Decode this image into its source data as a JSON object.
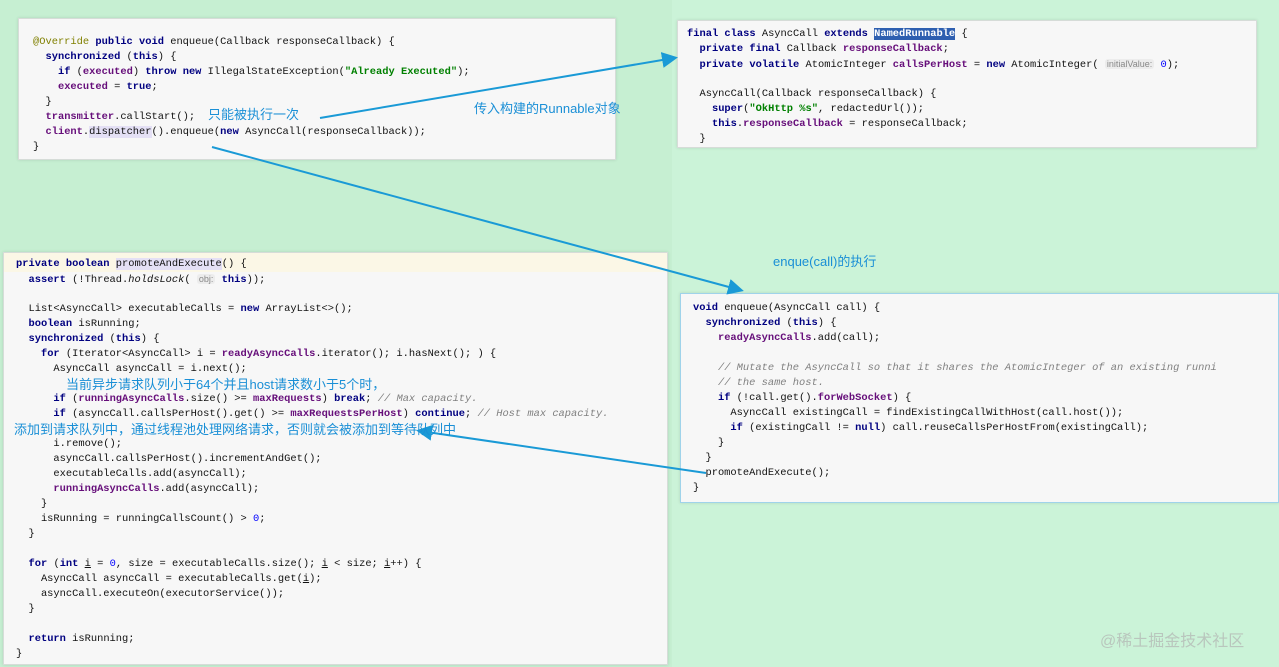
{
  "code1": {
    "lines": [
      [
        [
          "@Override",
          "a"
        ],
        [
          " "
        ],
        [
          "public void",
          "k"
        ],
        [
          " enqueue(Callback responseCallback) {"
        ]
      ],
      [
        [
          "  "
        ],
        [
          "synchronized",
          "k"
        ],
        [
          " ("
        ],
        [
          "this",
          "k"
        ],
        [
          ") {"
        ]
      ],
      [
        [
          "    "
        ],
        [
          "if",
          "k"
        ],
        [
          " ("
        ],
        [
          "executed",
          "f"
        ],
        [
          ") "
        ],
        [
          "throw new",
          "k"
        ],
        [
          " IllegalStateException("
        ],
        [
          "\"Already Executed\"",
          "s"
        ],
        [
          ");"
        ]
      ],
      [
        [
          "    "
        ],
        [
          "executed",
          "f"
        ],
        [
          " = "
        ],
        [
          "true",
          "k"
        ],
        [
          ";"
        ]
      ],
      [
        [
          "  }"
        ]
      ],
      [
        [
          "  "
        ],
        [
          "transmitter",
          "f"
        ],
        [
          ".callStart();"
        ]
      ],
      [
        [
          "  "
        ],
        [
          "client",
          "f"
        ],
        [
          "."
        ],
        [
          "dispatcher",
          "m"
        ],
        [
          "().enqueue("
        ],
        [
          "new",
          "k"
        ],
        [
          " AsyncCall(responseCallback));"
        ]
      ],
      [
        [
          "}"
        ]
      ]
    ]
  },
  "code2": {
    "lines": [
      [
        [
          "final class",
          "k"
        ],
        [
          " AsyncCall "
        ],
        [
          "extends",
          "k"
        ],
        [
          " "
        ],
        [
          "NamedRunnable",
          "sel"
        ],
        [
          " {"
        ]
      ],
      [
        [
          "  "
        ],
        [
          "private final",
          "k"
        ],
        [
          " Callback "
        ],
        [
          "responseCallback",
          "f"
        ],
        [
          ";"
        ]
      ],
      [
        [
          "  "
        ],
        [
          "private volatile",
          "k"
        ],
        [
          " AtomicInteger "
        ],
        [
          "callsPerHost",
          "f"
        ],
        [
          " = "
        ],
        [
          "new",
          "k"
        ],
        [
          " AtomicInteger( "
        ],
        [
          "initialValue:",
          "h"
        ],
        [
          " "
        ],
        [
          "0",
          "n"
        ],
        [
          ");"
        ]
      ],
      [
        [
          ""
        ]
      ],
      [
        [
          "  AsyncCall(Callback responseCallback) {"
        ]
      ],
      [
        [
          "    "
        ],
        [
          "super",
          "k"
        ],
        [
          "("
        ],
        [
          "\"OkHttp %s\"",
          "s"
        ],
        [
          ", redactedUrl());"
        ]
      ],
      [
        [
          "    "
        ],
        [
          "this",
          "k"
        ],
        [
          "."
        ],
        [
          "responseCallback",
          "f"
        ],
        [
          " = responseCallback;"
        ]
      ],
      [
        [
          "  }"
        ]
      ]
    ]
  },
  "code3": {
    "lines": [
      [
        [
          "private boolean",
          "k"
        ],
        [
          " "
        ],
        [
          "promoteAndExecute",
          "m"
        ],
        [
          "() {"
        ]
      ],
      [
        [
          "  "
        ],
        [
          "assert",
          "k"
        ],
        [
          " (!Thread."
        ],
        [
          "holdsLock",
          "i"
        ],
        [
          "( "
        ],
        [
          "obj:",
          "h"
        ],
        [
          " "
        ],
        [
          "this",
          "k"
        ],
        [
          "));"
        ]
      ],
      [
        [
          ""
        ]
      ],
      [
        [
          "  List<AsyncCall> executableCalls = "
        ],
        [
          "new",
          "k"
        ],
        [
          " ArrayList<>();"
        ]
      ],
      [
        [
          "  "
        ],
        [
          "boolean",
          "k"
        ],
        [
          " isRunning;"
        ]
      ],
      [
        [
          "  "
        ],
        [
          "synchronized",
          "k"
        ],
        [
          " ("
        ],
        [
          "this",
          "k"
        ],
        [
          ") {"
        ]
      ],
      [
        [
          "    "
        ],
        [
          "for",
          "k"
        ],
        [
          " (Iterator<AsyncCall> i = "
        ],
        [
          "readyAsyncCalls",
          "f"
        ],
        [
          ".iterator(); i.hasNext(); ) {"
        ]
      ],
      [
        [
          "      AsyncCall asyncCall = i.next();"
        ]
      ],
      [
        [
          ""
        ]
      ],
      [
        [
          "      "
        ],
        [
          "if",
          "k"
        ],
        [
          " ("
        ],
        [
          "runningAsyncCalls",
          "f"
        ],
        [
          ".size() >= "
        ],
        [
          "maxRequests",
          "f"
        ],
        [
          ") "
        ],
        [
          "break",
          "k"
        ],
        [
          "; "
        ],
        [
          "// Max capacity.",
          "c"
        ]
      ],
      [
        [
          "      "
        ],
        [
          "if",
          "k"
        ],
        [
          " (asyncCall.callsPerHost().get() >= "
        ],
        [
          "maxRequestsPerHost",
          "f"
        ],
        [
          ") "
        ],
        [
          "continue",
          "k"
        ],
        [
          "; "
        ],
        [
          "// Host max capacity.",
          "c"
        ]
      ],
      [
        [
          ""
        ]
      ],
      [
        [
          "      i.remove();"
        ]
      ],
      [
        [
          "      asyncCall.callsPerHost().incrementAndGet();"
        ]
      ],
      [
        [
          "      executableCalls.add(asyncCall);"
        ]
      ],
      [
        [
          "      "
        ],
        [
          "runningAsyncCalls",
          "f"
        ],
        [
          ".add(asyncCall);"
        ]
      ],
      [
        [
          "    }"
        ]
      ],
      [
        [
          "    isRunning = runningCallsCount() > "
        ],
        [
          "0",
          "n"
        ],
        [
          ";"
        ]
      ],
      [
        [
          "  }"
        ]
      ],
      [
        [
          ""
        ]
      ],
      [
        [
          "  "
        ],
        [
          "for",
          "k"
        ],
        [
          " ("
        ],
        [
          "int",
          "k"
        ],
        [
          " "
        ],
        [
          "i",
          "u"
        ],
        [
          " = "
        ],
        [
          "0",
          "n"
        ],
        [
          ", size = executableCalls.size(); "
        ],
        [
          "i",
          "u"
        ],
        [
          " < size; "
        ],
        [
          "i",
          "u"
        ],
        [
          "++) {"
        ]
      ],
      [
        [
          "    AsyncCall asyncCall = executableCalls.get("
        ],
        [
          "i",
          "u"
        ],
        [
          ");"
        ]
      ],
      [
        [
          "    asyncCall.executeOn(executorService());"
        ]
      ],
      [
        [
          "  }"
        ]
      ],
      [
        [
          ""
        ]
      ],
      [
        [
          "  "
        ],
        [
          "return",
          "k"
        ],
        [
          " isRunning;"
        ]
      ],
      [
        [
          "}"
        ]
      ]
    ]
  },
  "code4": {
    "lines": [
      [
        [
          "void",
          "k"
        ],
        [
          " enqueue(AsyncCall call) {"
        ]
      ],
      [
        [
          "  "
        ],
        [
          "synchronized",
          "k"
        ],
        [
          " ("
        ],
        [
          "this",
          "k"
        ],
        [
          ") {"
        ]
      ],
      [
        [
          "    "
        ],
        [
          "readyAsyncCalls",
          "f"
        ],
        [
          ".add(call);"
        ]
      ],
      [
        [
          ""
        ]
      ],
      [
        [
          "    "
        ],
        [
          "// Mutate the AsyncCall so that it shares the AtomicInteger of an existing runni",
          "c"
        ]
      ],
      [
        [
          "    "
        ],
        [
          "// the same host.",
          "c"
        ]
      ],
      [
        [
          "    "
        ],
        [
          "if",
          "k"
        ],
        [
          " (!call.get()."
        ],
        [
          "forWebSocket",
          "f"
        ],
        [
          ") {"
        ]
      ],
      [
        [
          "      AsyncCall existingCall = findExistingCallWithHost(call.host());"
        ]
      ],
      [
        [
          "      "
        ],
        [
          "if",
          "k"
        ],
        [
          " (existingCall != "
        ],
        [
          "null",
          "k"
        ],
        [
          ") call.reuseCallsPerHostFrom(existingCall);"
        ]
      ],
      [
        [
          "    }"
        ]
      ],
      [
        [
          "  }"
        ]
      ],
      [
        [
          "  promoteAndExecute();"
        ]
      ],
      [
        [
          "}"
        ]
      ]
    ]
  },
  "notes": {
    "once": "只能被执行一次",
    "runnable": "传入构建的Runnable对象",
    "enque": "enque(call)的执行",
    "condition": "当前异步请求队列小于64个并且host请求数小于5个时，",
    "add": "添加到请求队列中，通过线程池处理网络请求，否则就会被添加到等待队列中"
  },
  "watermark": "@稀土掘金技术社区",
  "colors": {
    "background": "#c9f1d5",
    "arrow": "#1a9ad6",
    "annotation": "#1a8fd6"
  }
}
